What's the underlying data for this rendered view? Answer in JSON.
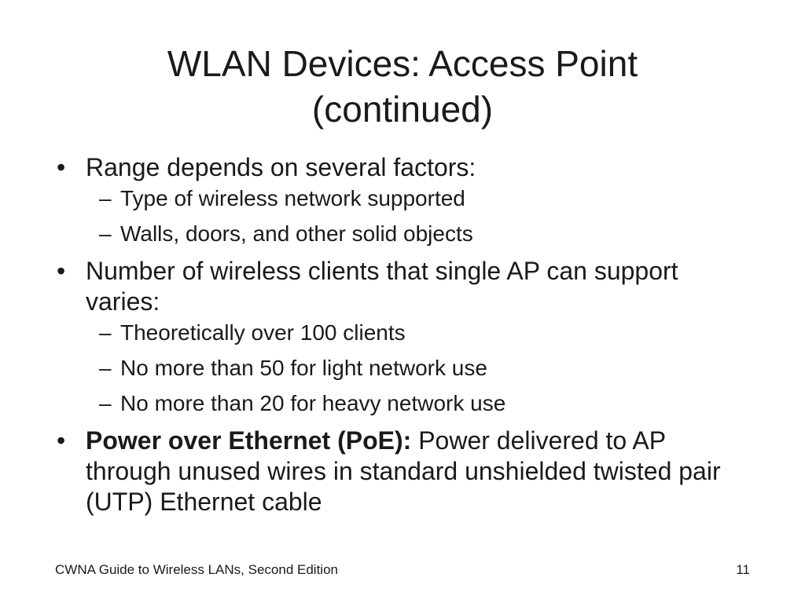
{
  "slide": {
    "title_line1": "WLAN Devices: Access Point",
    "title_line2": "(continued)",
    "bullets": [
      {
        "marker": "•",
        "text": "Range depends on several factors:",
        "subs": [
          {
            "marker": "–",
            "text": "Type of wireless network supported"
          },
          {
            "marker": "–",
            "text": "Walls, doors, and other solid objects"
          }
        ]
      },
      {
        "marker": "•",
        "text": "Number of wireless clients that single AP can support varies:",
        "subs": [
          {
            "marker": "–",
            "text": "Theoretically over 100 clients"
          },
          {
            "marker": "–",
            "text": "No more than 50 for light network use"
          },
          {
            "marker": "–",
            "text": "No more than 20 for heavy network use"
          }
        ]
      },
      {
        "marker": "•",
        "bold_text": "Power over Ethernet (PoE):",
        "text": " Power delivered to AP through unused wires in standard unshielded twisted pair (UTP) Ethernet cable"
      }
    ],
    "footer_left": "CWNA Guide to Wireless LANs, Second Edition",
    "page_number": "11"
  }
}
